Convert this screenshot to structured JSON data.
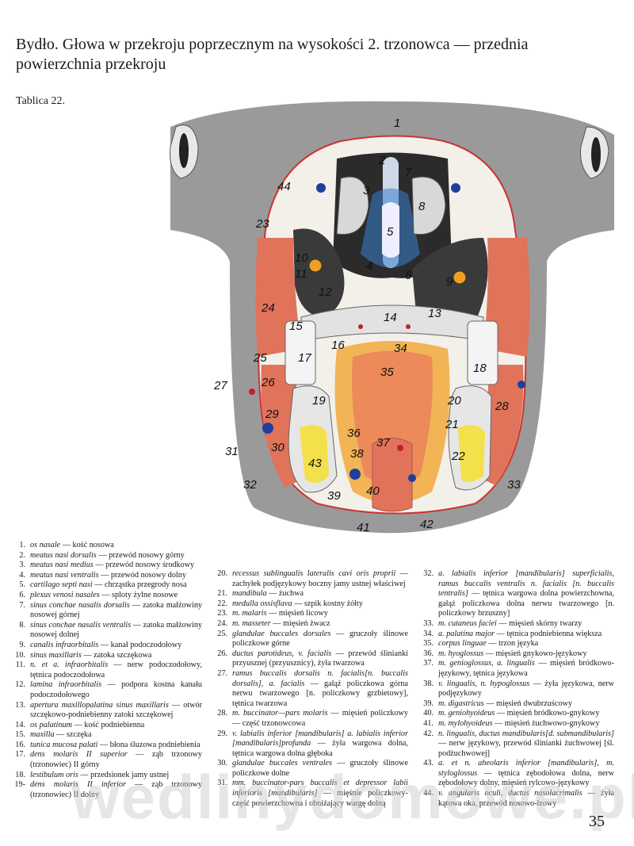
{
  "title": "Bydło. Głowa w przekroju poprzecznym na wysokości 2. trzonowca — przednia powierzchnia przekroju",
  "plate": "Tablica 22.",
  "page_number": "35",
  "watermark": "wedlinydomowe.pl",
  "diagram_labels": [
    "1",
    "2",
    "3",
    "4",
    "5",
    "6",
    "7",
    "8",
    "9",
    "10",
    "11",
    "12",
    "13",
    "14",
    "15",
    "16",
    "17",
    "18",
    "19",
    "20",
    "21",
    "22",
    "23",
    "24",
    "25",
    "26",
    "27",
    "28",
    "29",
    "30",
    "31",
    "32",
    "33",
    "34",
    "35",
    "36",
    "37",
    "38",
    "39",
    "40",
    "41",
    "42",
    "43",
    "44"
  ],
  "legend": [
    {
      "n": "1.",
      "latin": "os nasale",
      "pl": "kość nosowa"
    },
    {
      "n": "2.",
      "latin": "meatus nasi dorsalis",
      "pl": "przewód nosowy górny"
    },
    {
      "n": "3.",
      "latin": "meatus nasi medius",
      "pl": "przewód nosowy środkowy"
    },
    {
      "n": "4.",
      "latin": "meatus nasi ventralis",
      "pl": "przewód nosowy dolny"
    },
    {
      "n": "5.",
      "latin": "cartilago septi nasi",
      "pl": "chrząstka przegrody nosa"
    },
    {
      "n": "6.",
      "latin": "plexus venosi nasales",
      "pl": "sploty żylne nosowe"
    },
    {
      "n": "7.",
      "latin": "sinus conchae nasalis dorsalis",
      "pl": "zatoka małżowiny nosowej górnej"
    },
    {
      "n": "8.",
      "latin": "sinus conchae nasalis ventralis",
      "pl": "zatoka małżowiny nosowej dolnej"
    },
    {
      "n": "9.",
      "latin": "canalis infraorbitalis",
      "pl": "kanał podoczodołowy"
    },
    {
      "n": "10.",
      "latin": "sinus maxillaris",
      "pl": "zatoka szczękowa"
    },
    {
      "n": "11.",
      "latin": "n. et a. infraorbitalis",
      "pl": "nerw podoczodołowy, tętnica podoczodołowa"
    },
    {
      "n": "12.",
      "latin": "lamina infraorbitalis",
      "pl": "podpora kostna kanału podoczodołowego"
    },
    {
      "n": "13.",
      "latin": "apertura maxillopalatina sinus maxillaris",
      "pl": "otwór szczękowo-podniebienny zatoki szczękowej"
    },
    {
      "n": "14.",
      "latin": "os palatinum",
      "pl": "kość podniebienna"
    },
    {
      "n": "15.",
      "latin": "maxilla",
      "pl": "szczęka"
    },
    {
      "n": "16.",
      "latin": "tunica mucosa palati",
      "pl": "błona śluzowa podniebienia"
    },
    {
      "n": "17.",
      "latin": "dens molaris II superior",
      "pl": "ząb trzonowy (trzonowiec) II górny"
    },
    {
      "n": "18.",
      "latin": "lestibulum oris",
      "pl": "przedsionek jamy ustnej"
    },
    {
      "n": "19-",
      "latin": "dens molaris II inferior",
      "pl": "ząb trzonowy (trzonowiec) II dolny"
    },
    {
      "n": "20.",
      "latin": "recessus sublingualis lateralis cavi oris proprii",
      "pl": "zachyłek podjęzykowy boczny jamy ustnej właściwej"
    },
    {
      "n": "21.",
      "latin": "mandibula",
      "pl": "żuchwa"
    },
    {
      "n": "22.",
      "latin": "medulla ossisflava",
      "pl": "szpik kostny żółty"
    },
    {
      "n": "23.",
      "latin": "m. malaris",
      "pl": "mięsień licowy"
    },
    {
      "n": "24.",
      "latin": "m. masseter",
      "pl": "mięsień żwacz"
    },
    {
      "n": "25.",
      "latin": "glandulae buccales dorsales",
      "pl": "gruczoły ślinowe policzkowe górne"
    },
    {
      "n": "26.",
      "latin": "ductus parotideus, v. facialis",
      "pl": "przewód ślinianki przyusznej (przyusznicy), żyła twarzowa"
    },
    {
      "n": "27.",
      "latin": "ramus buccalis dorsalis n. facialis[n. buccalis dorsalis], a. facialis",
      "pl": "gałąź policzkowa górna nerwu twarzowego [n. policzkowy grzbietowy], tętnica twarzowa"
    },
    {
      "n": "28.",
      "latin": "m. buccinator—pars molaris",
      "pl": "mięsień policzkowy— część trzonowcowa"
    },
    {
      "n": "29.",
      "latin": "v. labialis inferior [mandibularis] a. labialis inferior [mandibularis]profunda",
      "pl": "żyła wargowa dolna, tętnica wargowa dolna głęboka"
    },
    {
      "n": "30.",
      "latin": "glandulae buccales ventrales",
      "pl": "gruczoły ślinowe policzkowe dolne"
    },
    {
      "n": "31.",
      "latin": "mm. buccinator-pars buccalis et depressor labii inferioris [mandibularis]",
      "pl": "mięśnie policzkowy-część powierzchowna i obniżający wargę dolną"
    },
    {
      "n": "32.",
      "latin": "a. labialis inferior [mandibularis] superficialis, ramus buccalis ventralis n. facialis [n. buccalis tentralis]",
      "pl": "tętnica wargowa dolna powierzchowna, gałąź policzkowa dolna nerwu twarzowego [n. policzkowy brzuszny]"
    },
    {
      "n": "33.",
      "latin": "m. cutaneus faciei",
      "pl": "mięsień skórny twarzy"
    },
    {
      "n": "34.",
      "latin": "a. palatina major",
      "pl": "tętnica podniebienna większa"
    },
    {
      "n": "35.",
      "latin": "corpus linguae",
      "pl": "trzon języka"
    },
    {
      "n": "36.",
      "latin": "m. hyoglossus",
      "pl": "mięsień gnykowo-językowy"
    },
    {
      "n": "37.",
      "latin": "m. genioglossus, a. lingualis",
      "pl": "mięsień bródkowo-językowy, tętnica językowa"
    },
    {
      "n": "38.",
      "latin": "v. lingualis, n. hypoglossus",
      "pl": "żyła językowa, nerw podjęzykowy"
    },
    {
      "n": "39.",
      "latin": "m. digastricus",
      "pl": "mięsień dwubrzuścowy"
    },
    {
      "n": "40.",
      "latin": "m. geniohyoideus",
      "pl": "mięsień bródkowo-gnykowy"
    },
    {
      "n": "41.",
      "latin": "m. mylohyoideus",
      "pl": "mięsień żuchwowo-gnykowy"
    },
    {
      "n": "42.",
      "latin": "n. lingualis, ductus mandibularis[d. submandibularis]",
      "pl": "nerw językowy, przewód ślinianki żuchwowej [śl. podżuchwowej]"
    },
    {
      "n": "43.",
      "latin": "a. et n. aheolaris inferior [mandibularis], m. styloglossus",
      "pl": "tętnica zębodołowa dolna, nerw zębodołowy dolny, mięsień rylcowo-językowy"
    },
    {
      "n": "44.",
      "latin": "v. angularis oculi, ductus nasolacrimalis",
      "pl": "żyła kątowa oka, przewód nosowo-łzowy"
    }
  ],
  "colors": {
    "skin": "#8c8c8c",
    "muscle": "#e0735a",
    "bone": "#e9e9e9",
    "cavity": "#2b2b2b",
    "marrow": "#f4e04a",
    "vein": "#1f3f9a",
    "artery": "#c0202a",
    "plexus": "#3a7fd0"
  }
}
